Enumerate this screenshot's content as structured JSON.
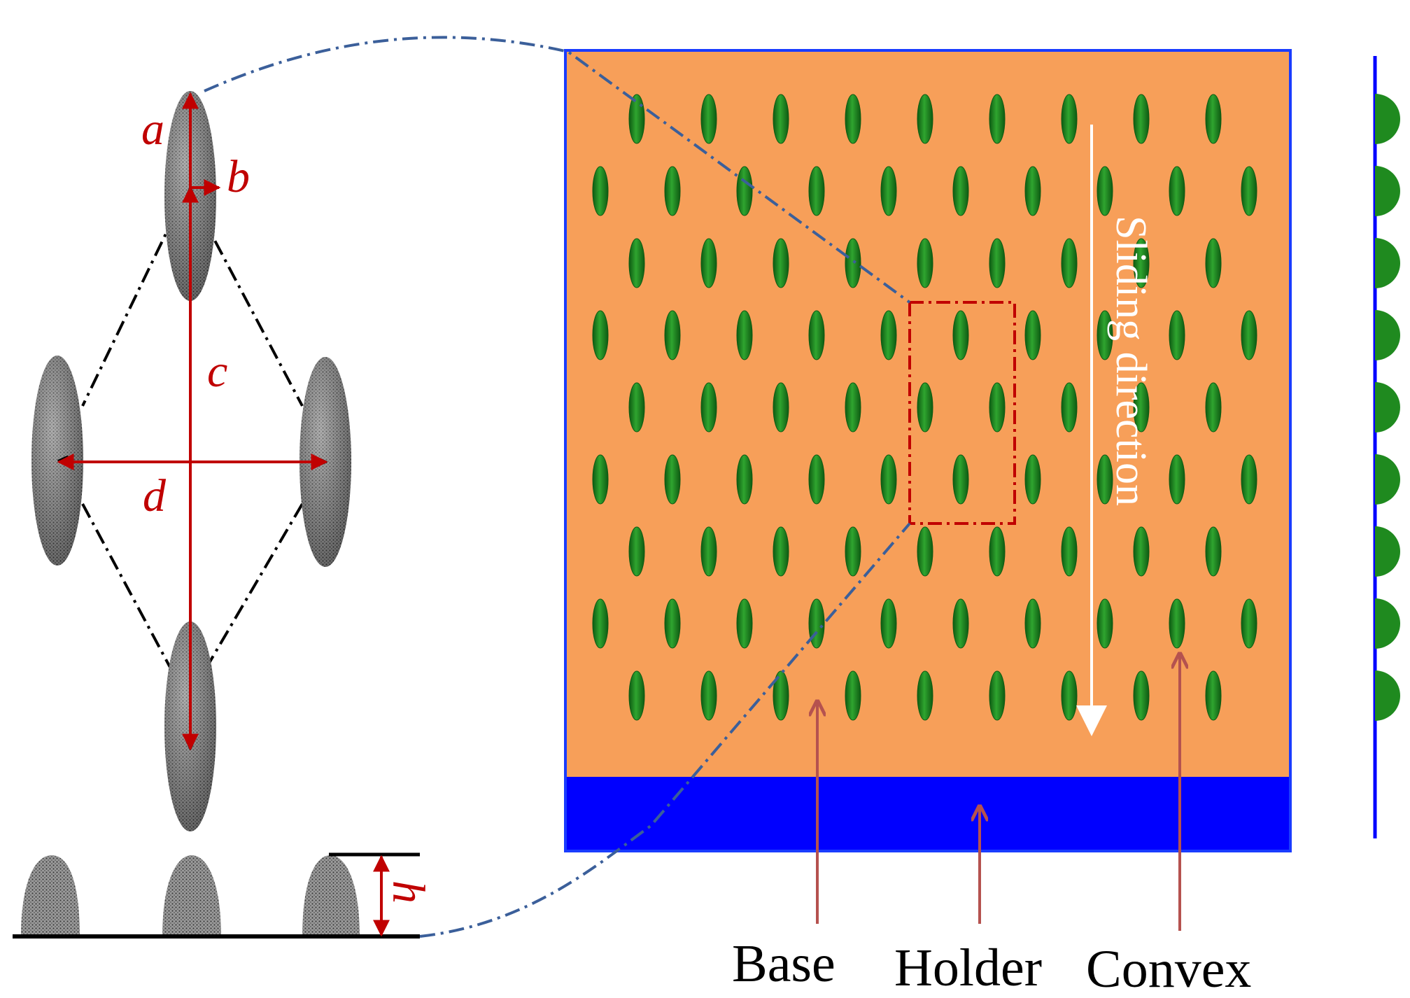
{
  "diagram": {
    "dimension_labels": {
      "a": "a",
      "b": "b",
      "c": "c",
      "d": "d",
      "h": "h"
    },
    "arrow_text": "Sliding direction",
    "callouts": {
      "base": "Base",
      "holder": "Holder",
      "convex": "Convex"
    },
    "colors": {
      "base_fill": "#F79F59",
      "holder_fill": "#0000FF",
      "convex_fill": "#1F8A1F",
      "convex_dark": "#0E5A12",
      "dimension_red": "#C00000",
      "callout_arrow": "#B5524F",
      "zoom_line": "#3B5F9A",
      "detail_box": "#C00000",
      "ellipsoid_gray": "#8C8C8C"
    },
    "pattern": {
      "rows": 9,
      "convex_shape": "ellipse-elongated-vertical"
    },
    "side_profile": {
      "bump_count": 9
    }
  }
}
